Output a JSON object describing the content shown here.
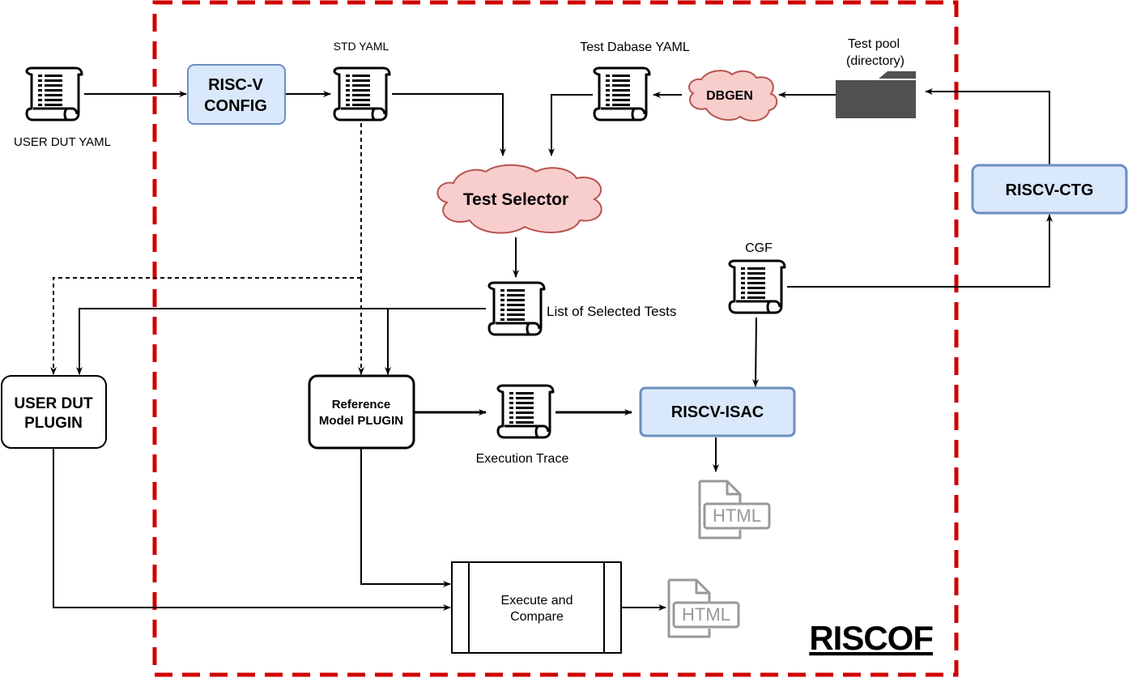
{
  "boundary": {
    "label": "RISCOF"
  },
  "docs": {
    "user_dut_yaml": "USER DUT YAML",
    "std_yaml": "STD YAML",
    "test_db_yaml": "Test Dabase YAML",
    "test_pool_line1": "Test pool",
    "test_pool_line2": "(directory)",
    "cgf": "CGF",
    "selected_tests": "List of Selected Tests",
    "execution_trace": "Execution Trace"
  },
  "boxes": {
    "riscv_config_line1": "RISC-V",
    "riscv_config_line2": "CONFIG",
    "riscv_ctg": "RISCV-CTG",
    "riscv_isac": "RISCV-ISAC",
    "user_dut_plugin_line1": "USER DUT",
    "user_dut_plugin_line2": "PLUGIN",
    "ref_model_line1": "Reference",
    "ref_model_line2": "Model PLUGIN",
    "execute_line1": "Execute and",
    "execute_line2": "Compare"
  },
  "clouds": {
    "dbgen": "DBGEN",
    "test_selector": "Test Selector"
  },
  "html_icons": {
    "label": "HTML"
  },
  "colors": {
    "boundary": "#d00000",
    "blue_fill": "#dae8fc",
    "blue_stroke": "#6c8ebf",
    "cloud_fill": "#f8cecc",
    "cloud_stroke": "#b85450",
    "folder": "#505050",
    "html_icon": "#999999"
  }
}
